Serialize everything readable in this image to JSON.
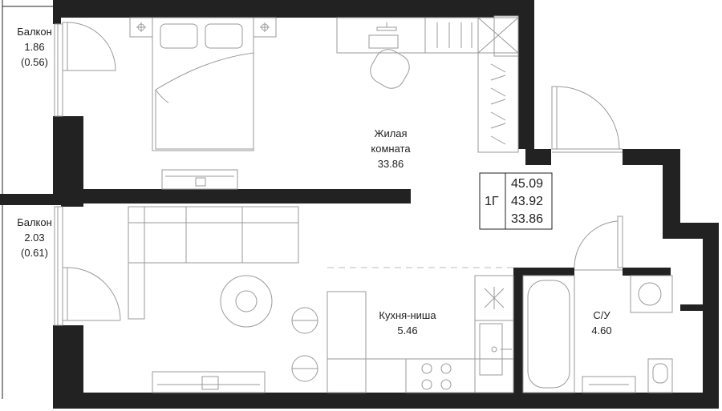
{
  "colors": {
    "wall": "#222222",
    "furniture": "#9a9a9a",
    "background": "#ffffff",
    "text": "#222222"
  },
  "rooms": {
    "balcony_top": {
      "name": "Балкон",
      "area": "1.86",
      "area_reduced": "(0.56)"
    },
    "balcony_bottom": {
      "name": "Балкон",
      "area": "2.03",
      "area_reduced": "(0.61)"
    },
    "living": {
      "name_line1": "Жилая",
      "name_line2": "комната",
      "area": "33.86"
    },
    "kitchen": {
      "name": "Кухня-ниша",
      "area": "5.46"
    },
    "bathroom": {
      "name": "С/У",
      "area": "4.60"
    }
  },
  "summary": {
    "type": "1Г",
    "total_area": "45.09",
    "area_without_balcony": "43.92",
    "living_area": "33.86"
  }
}
